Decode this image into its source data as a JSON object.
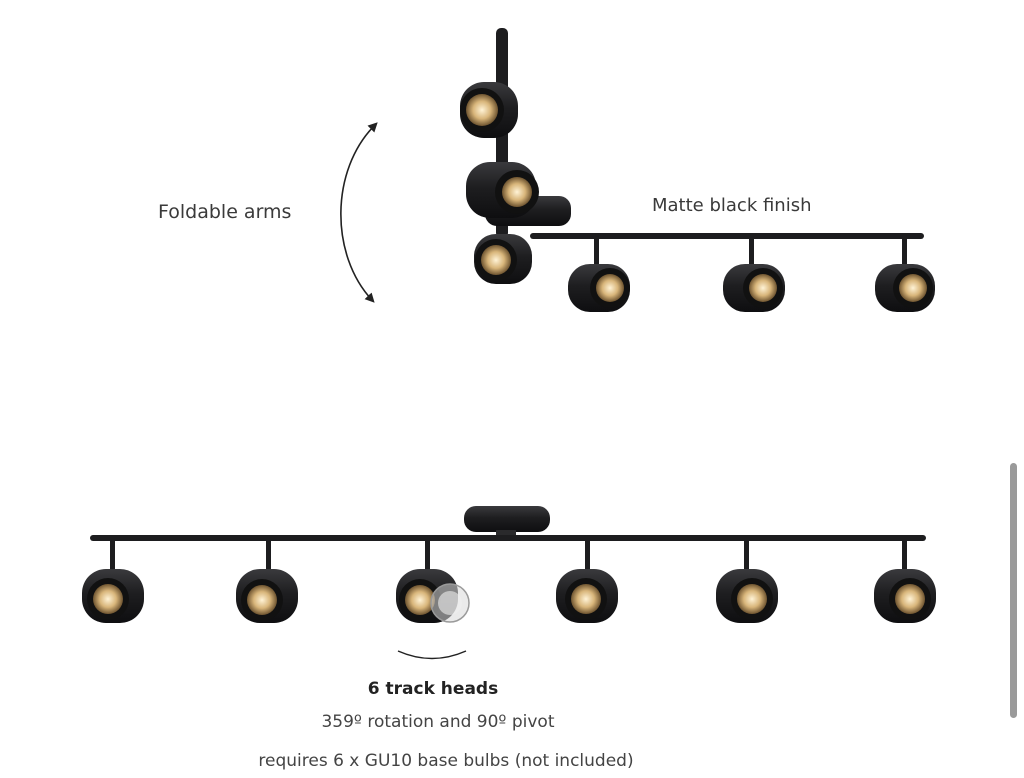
{
  "labels": {
    "folding": "Foldable arms",
    "finish": "Matte black finish",
    "heads": "6 track heads",
    "rotation": "359º rotation and 90º pivot",
    "bulbs": "requires 6 x GU10 base bulbs (not included)"
  },
  "colors": {
    "fixture": "#1d1d1f",
    "bulb": "#c9a56a",
    "arrow": "#222222",
    "background": "#ffffff"
  }
}
